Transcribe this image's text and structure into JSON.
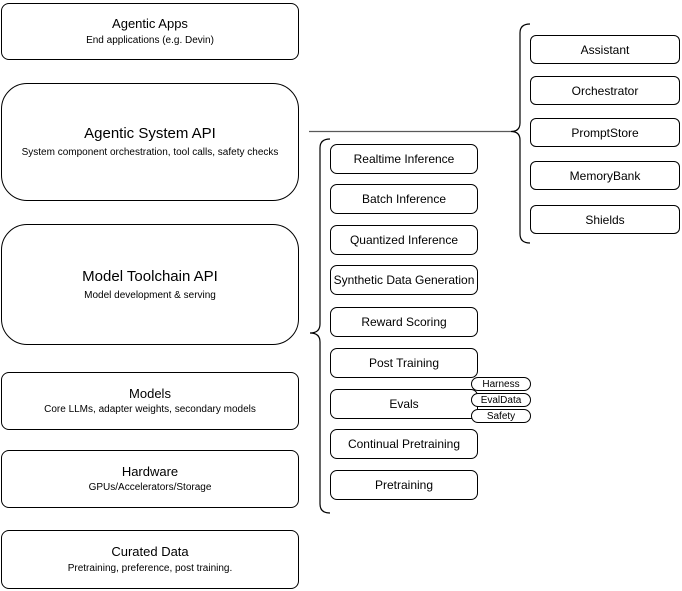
{
  "layers": [
    {
      "title": "Agentic Apps",
      "subtitle": "End applications (e.g. Devin)"
    },
    {
      "title": "Agentic System API",
      "subtitle": "System component orchestration, tool calls, safety checks"
    },
    {
      "title": "Model Toolchain API",
      "subtitle": "Model development & serving"
    },
    {
      "title": "Models",
      "subtitle": "Core LLMs, adapter weights, secondary models"
    },
    {
      "title": "Hardware",
      "subtitle": "GPUs/Accelerators/Storage"
    },
    {
      "title": "Curated Data",
      "subtitle": "Pretraining, preference, post training."
    }
  ],
  "toolchain": {
    "items": [
      "Realtime Inference",
      "Batch Inference",
      "Quantized Inference",
      "Synthetic Data Generation",
      "Reward Scoring",
      "Post Training",
      "Evals",
      "Continual Pretraining",
      "Pretraining"
    ]
  },
  "eval_tags": [
    "Harness",
    "EvalData",
    "Safety"
  ],
  "components": [
    "Assistant",
    "Orchestrator",
    "PromptStore",
    "MemoryBank",
    "Shields"
  ],
  "colors": {
    "shape_stroke": "#000000",
    "shape_fill": "#ffffff",
    "connector_line": "#595959",
    "text": "#000000"
  }
}
